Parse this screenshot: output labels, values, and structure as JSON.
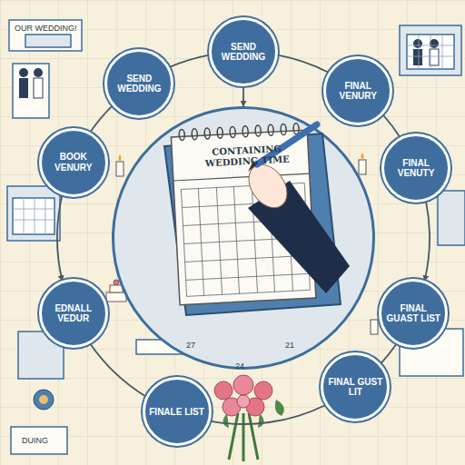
{
  "diagram": {
    "nodes": [
      {
        "text": [
          "SEND WEDDING"
        ]
      },
      {
        "text": [
          "SEND WEDDING"
        ]
      },
      {
        "text": [
          "FINAL VENURY"
        ]
      },
      {
        "text": [
          "BOOK VENURY"
        ]
      },
      {
        "text": [
          "FINAL VENUTY"
        ]
      },
      {
        "text": [
          "CONTAINING WEDDING TIME"
        ]
      },
      {
        "text": [
          "EDNALL VEDUR"
        ]
      },
      {
        "text": [
          "FINAL GUAST LIST"
        ]
      },
      {
        "text": [
          "FINAL GUST LIT"
        ]
      },
      {
        "text": [
          "FINALE LIST"
        ]
      }
    ],
    "edges": [
      {
        "from": 0,
        "to": 2,
        "arrow": "none"
      },
      {
        "from": 2,
        "to": 4,
        "arrow": "none"
      },
      {
        "from": 4,
        "to": 7,
        "arrow": "to"
      },
      {
        "from": 7,
        "to": 8,
        "arrow": "none"
      },
      {
        "from": 8,
        "to": 9,
        "arrow": "none"
      },
      {
        "from": 9,
        "to": 6,
        "arrow": "none"
      },
      {
        "from": 3,
        "to": 6,
        "arrow": "to"
      },
      {
        "from": 3,
        "to": 1,
        "arrow": "none"
      },
      {
        "from": 1,
        "to": 0,
        "arrow": "none"
      },
      {
        "from": 0,
        "to": 5,
        "arrow": "to"
      }
    ],
    "labels": [
      "OUR WEDDING!",
      "27",
      "24",
      "21",
      "DUING"
    ]
  }
}
